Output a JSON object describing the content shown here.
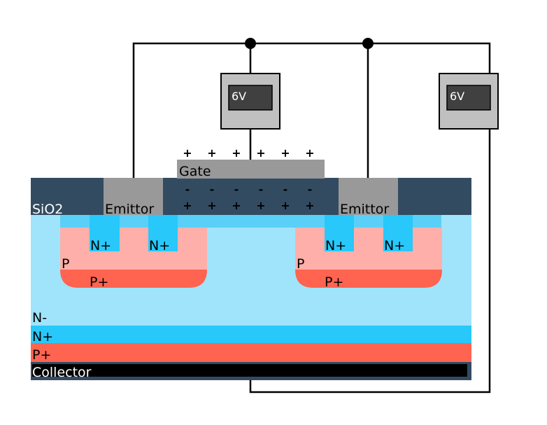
{
  "labels": {
    "oxide": "SiO2",
    "gate": "Gate",
    "emitter_left": "Emittor",
    "emitter_right": "Emittor",
    "p_body_left": "P",
    "p_body_right": "P",
    "pplus_left": "P+",
    "pplus_right": "P+",
    "nplus_1": "N+",
    "nplus_2": "N+",
    "nplus_3": "N+",
    "nplus_4": "N+",
    "n_drift": "N-",
    "n_buffer": "N+",
    "p_substrate": "P+",
    "collector": "Collector"
  },
  "sources": {
    "gate_source": "6V",
    "collector_source": "6V"
  },
  "charges": {
    "positive": "+",
    "negative": "-"
  },
  "colors": {
    "oxide": "#324b61",
    "metal": "#999999",
    "n_drift": "#a0e4fb",
    "n_plus": "#28c8fa",
    "p_body": "#ffafaa",
    "p_plus": "#ff6450",
    "channel": "#5ad0f8",
    "collector_metal": "#000000",
    "meter_body": "#c0c0c0",
    "meter_screen": "#404040"
  }
}
